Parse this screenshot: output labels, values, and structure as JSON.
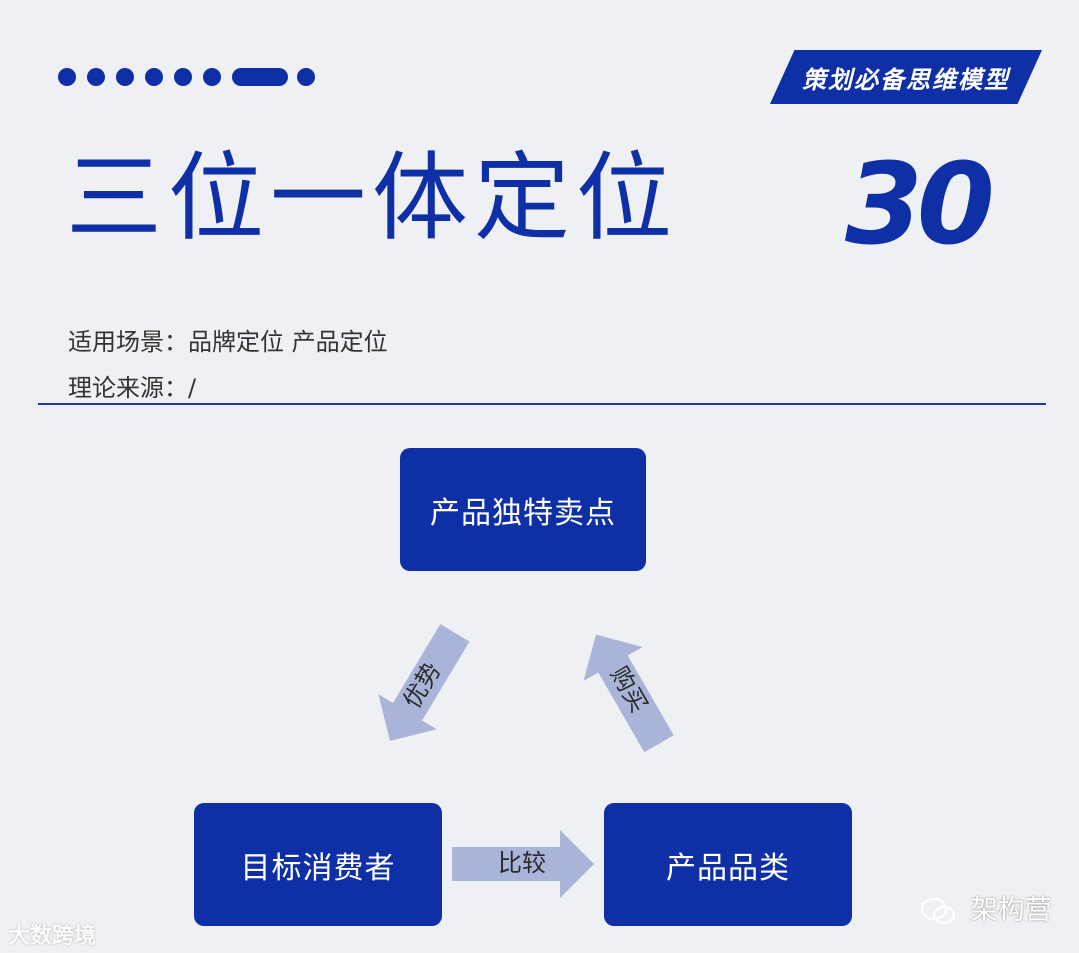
{
  "header": {
    "badge": "策划必备思维模型",
    "title": "三位一体定位",
    "number": "30"
  },
  "meta": {
    "scene": "适用场景：品牌定位 产品定位",
    "source": "理论来源：/"
  },
  "diagram": {
    "nodes": {
      "top": "产品独特卖点",
      "left": "目标消费者",
      "right": "产品品类"
    },
    "edges": {
      "top_to_left": "优势",
      "right_to_top": "购买",
      "left_to_right": "比较"
    }
  },
  "watermarks": {
    "left": "大数跨境",
    "right": "架构营"
  },
  "colors": {
    "primary": "#0e2fa6",
    "arrow": "#a9b4d8",
    "background": "#eff0f3"
  }
}
